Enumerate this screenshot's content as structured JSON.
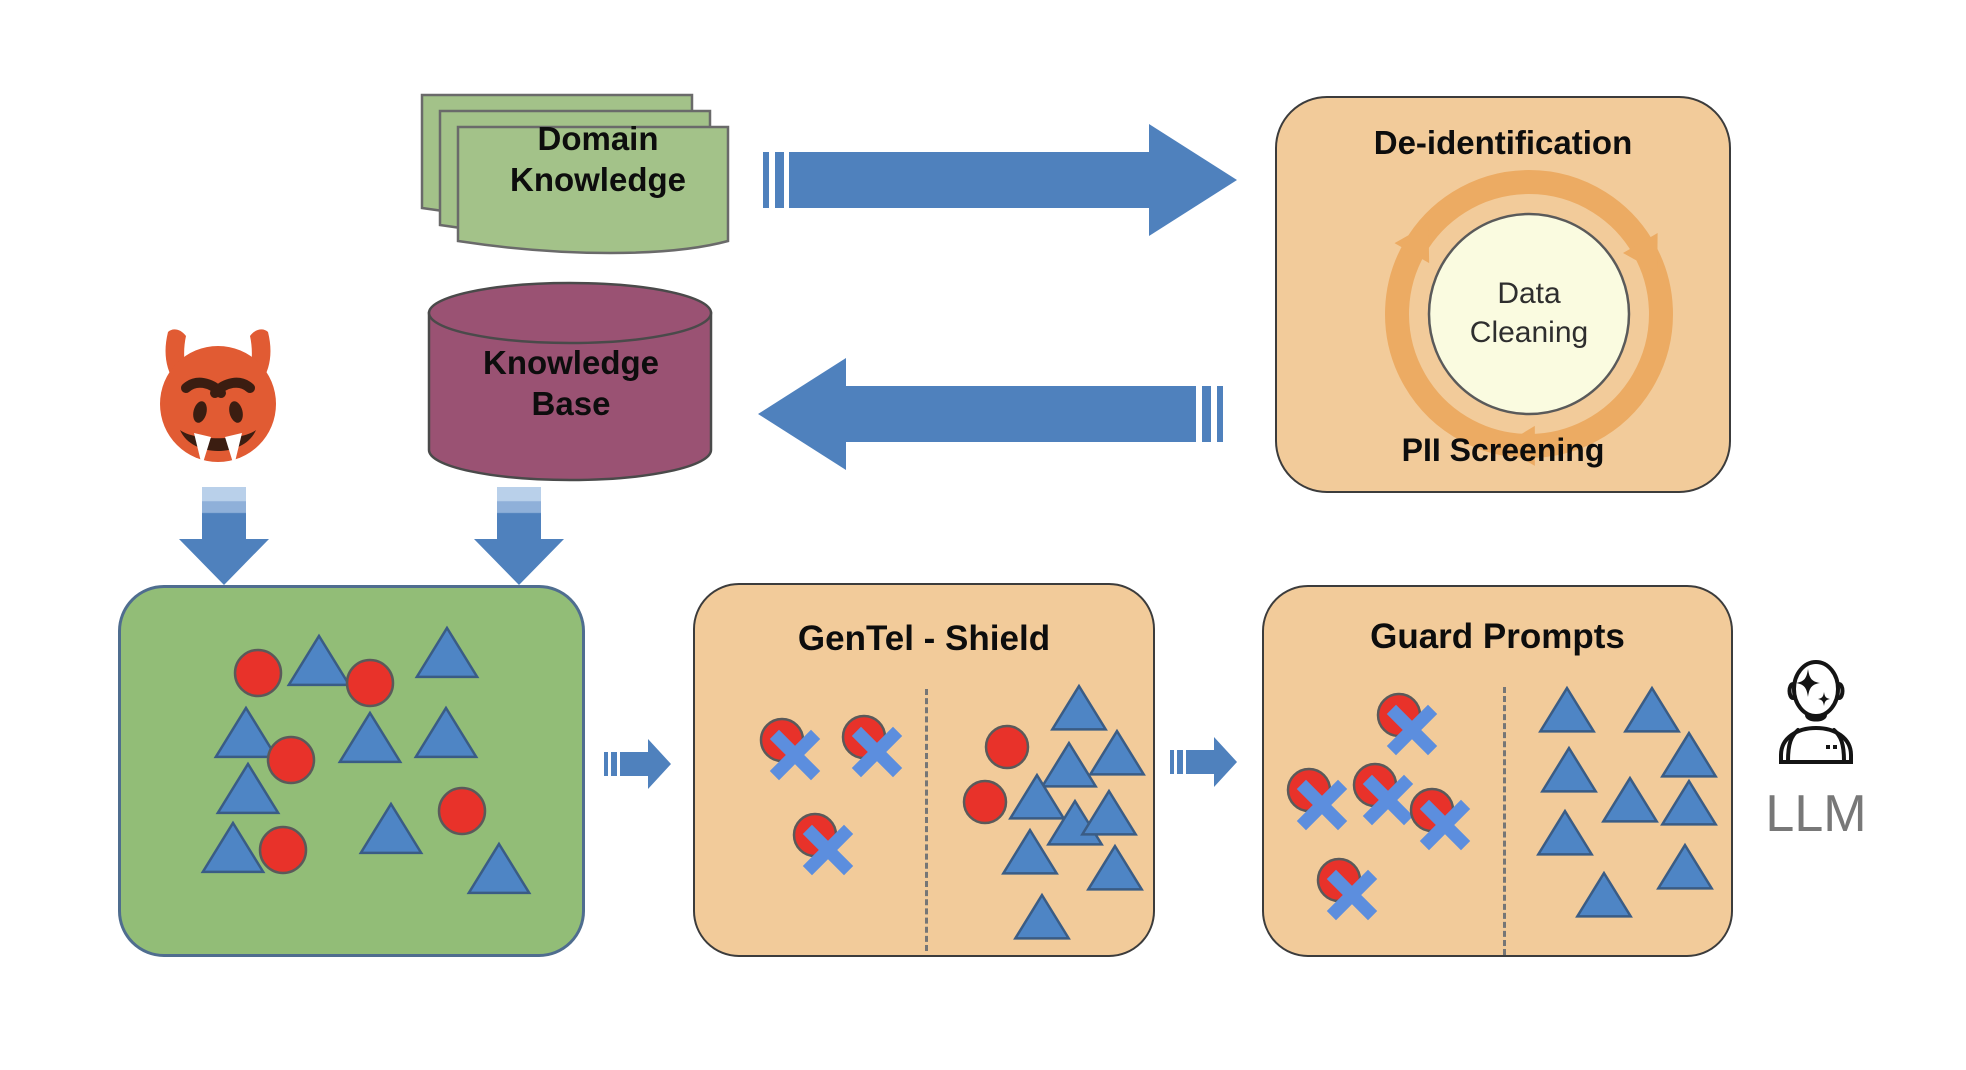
{
  "nodes": {
    "domain_knowledge": {
      "line1": "Domain",
      "line2": "Knowledge"
    },
    "deidentification": {
      "title": "De-identification",
      "center_line1": "Data",
      "center_line2": "Cleaning",
      "bottom": "PII Screening"
    },
    "knowledge_base": {
      "line1": "Knowledge",
      "line2": "Base"
    },
    "gentel_shield": {
      "title": "GenTel - Shield"
    },
    "guard_prompts": {
      "title": "Guard Prompts"
    },
    "llm": {
      "label": "LLM"
    }
  },
  "icons": {
    "devil": "devil-emoji-icon",
    "documents": "document-stack-icon",
    "database": "database-cylinder-icon",
    "recycle": "recycle-arrows-icon",
    "llm_agent": "llm-agent-icon"
  },
  "colors": {
    "arrow_blue": "#4f81bd",
    "arrow_blue_light": "#b9d0ea",
    "box_tan": "#f2cb9a",
    "box_tan_border": "#3c3c3c",
    "green_box": "#92bd77",
    "green_box_border": "#4f6d8f",
    "doc_green": "#a3c289",
    "doc_border": "#6a6a6a",
    "cylinder_purple": "#9a5273",
    "cylinder_border": "#4a4a4a",
    "circle_red": "#e8322a",
    "circle_stroke": "#5a5a5a",
    "triangle_blue": "#4e85c5",
    "triangle_border": "#3a5c85",
    "cross_blue": "#5c8ede",
    "recycle_orange": "#ecab63",
    "inner_circle_yellow": "#fafbe0",
    "inner_circle_border": "#5a5a5a",
    "llm_text_gray": "#787878",
    "devil_orange": "#e15b33"
  },
  "scatter": {
    "training": {
      "circle_r": 23,
      "triangle_size": 52,
      "triangles": [
        [
          198,
          75
        ],
        [
          326,
          67
        ],
        [
          125,
          147
        ],
        [
          249,
          152
        ],
        [
          325,
          147
        ],
        [
          127,
          203
        ],
        [
          270,
          243
        ],
        [
          112,
          262
        ],
        [
          378,
          283
        ]
      ],
      "circles": [
        [
          137,
          85
        ],
        [
          249,
          95
        ],
        [
          170,
          172
        ],
        [
          341,
          223
        ],
        [
          162,
          262
        ]
      ],
      "crossed_circles": []
    },
    "gentel": {
      "circle_r": 21,
      "triangle_size": 46,
      "triangles": [
        [
          384,
          125
        ],
        [
          374,
          182
        ],
        [
          422,
          170
        ],
        [
          342,
          214
        ],
        [
          380,
          240
        ],
        [
          414,
          230
        ],
        [
          335,
          269
        ],
        [
          420,
          285
        ],
        [
          347,
          334
        ]
      ],
      "circles": [
        [
          312,
          162
        ],
        [
          290,
          217
        ]
      ],
      "crossed_circles": [
        [
          87,
          155
        ],
        [
          169,
          152
        ],
        [
          120,
          250
        ]
      ]
    },
    "guard": {
      "circle_r": 21,
      "triangle_size": 46,
      "triangles": [
        [
          303,
          125
        ],
        [
          388,
          125
        ],
        [
          425,
          170
        ],
        [
          305,
          185
        ],
        [
          366,
          215
        ],
        [
          425,
          218
        ],
        [
          301,
          248
        ],
        [
          421,
          282
        ],
        [
          340,
          310
        ]
      ],
      "circles": [],
      "crossed_circles": [
        [
          135,
          128
        ],
        [
          45,
          203
        ],
        [
          111,
          198
        ],
        [
          168,
          223
        ],
        [
          75,
          293
        ]
      ]
    }
  }
}
